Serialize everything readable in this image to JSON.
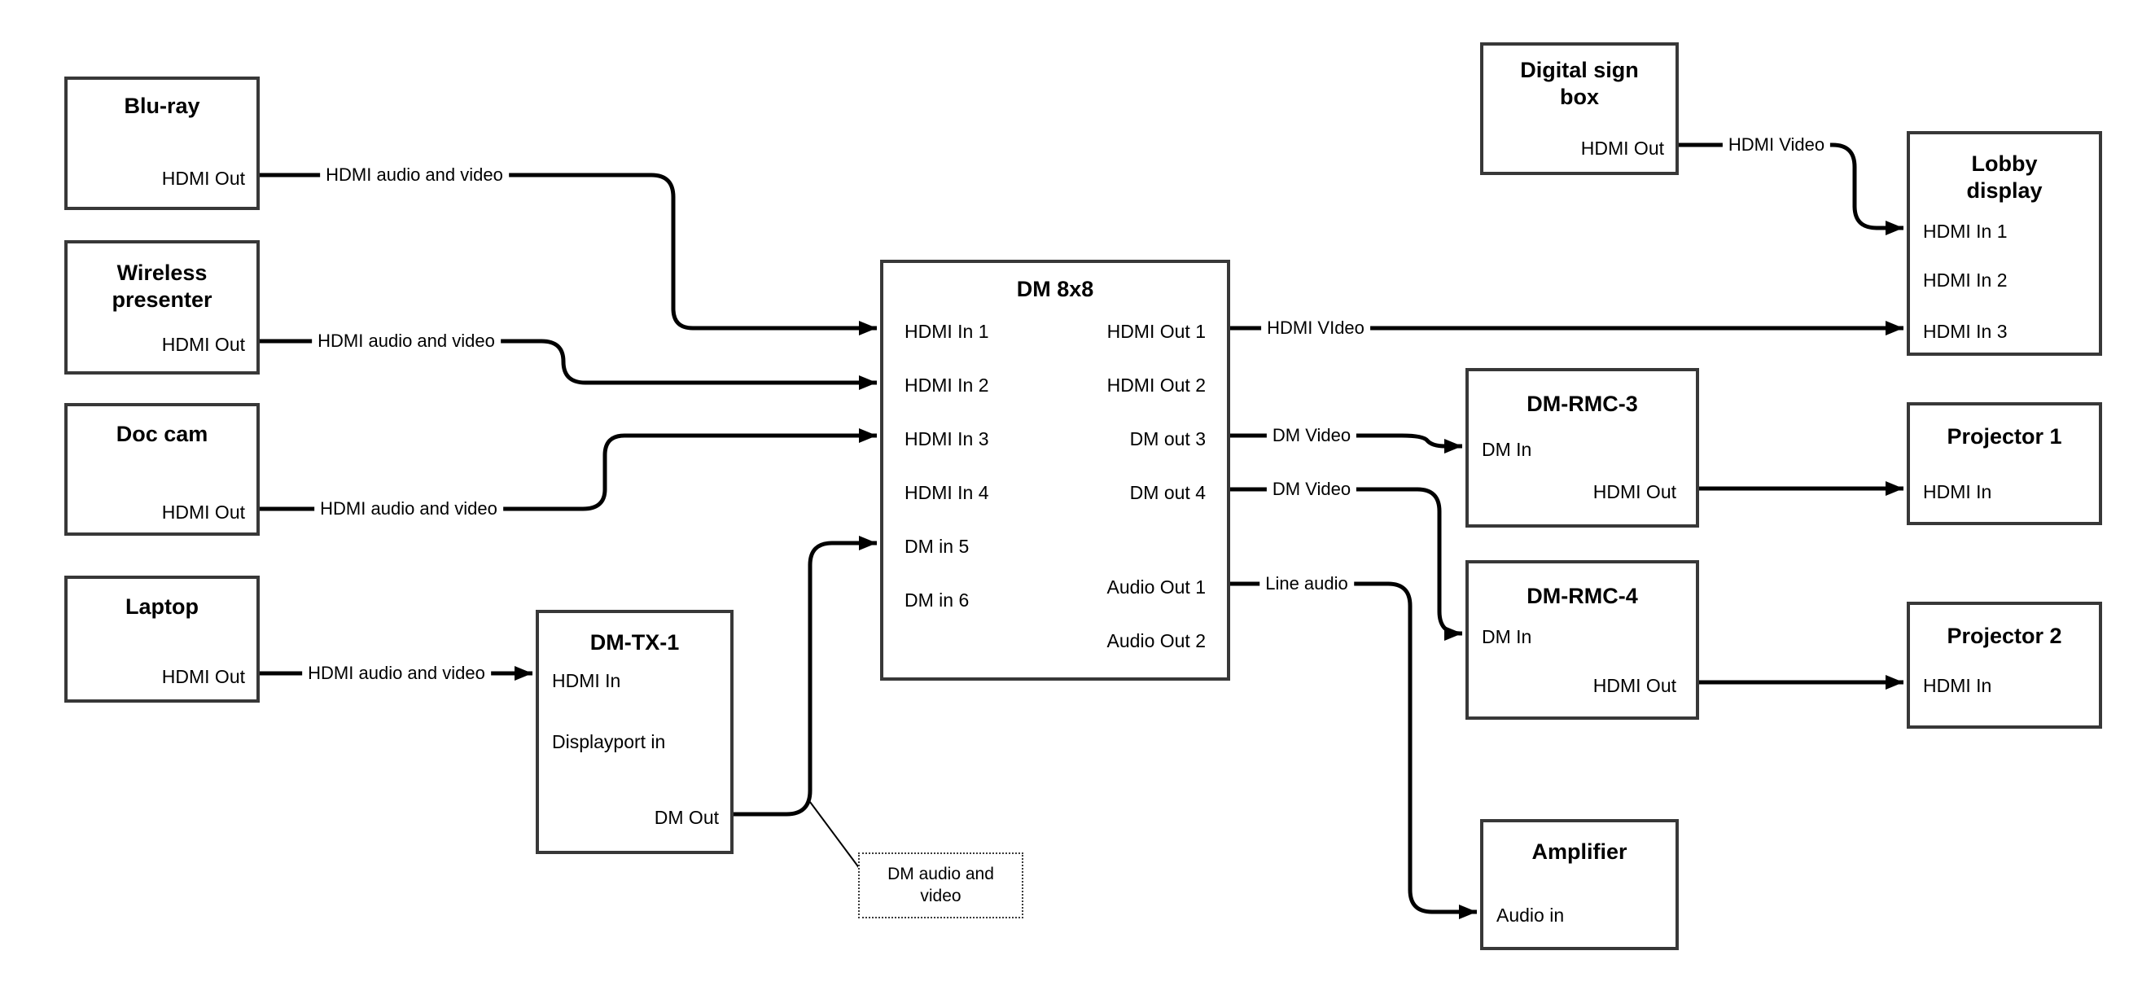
{
  "colors": {
    "background": "#ffffff",
    "box_border": "#383838",
    "line": "#000000",
    "text": "#000000"
  },
  "nodes": {
    "bluray": {
      "title": "Blu-ray",
      "port_hdmi_out": "HDMI Out"
    },
    "wireless": {
      "title": "Wireless presenter",
      "port_hdmi_out": "HDMI Out"
    },
    "doccam": {
      "title": "Doc cam",
      "port_hdmi_out": "HDMI Out"
    },
    "laptop": {
      "title": "Laptop",
      "port_hdmi_out": "HDMI Out"
    },
    "dmtx1": {
      "title": "DM-TX-1",
      "port_hdmi_in": "HDMI In",
      "port_displayport_in": "Displayport in",
      "port_dm_out": "DM Out"
    },
    "dm8x8": {
      "title": "DM 8x8",
      "port_in1": "HDMI In 1",
      "port_in2": "HDMI In 2",
      "port_in3": "HDMI In 3",
      "port_in4": "HDMI In 4",
      "port_in5": "DM in 5",
      "port_in6": "DM in 6",
      "port_out1": "HDMI Out 1",
      "port_out2": "HDMI Out 2",
      "port_out3": "DM out 3",
      "port_out4": "DM out 4",
      "port_aout1": "Audio Out 1",
      "port_aout2": "Audio Out 2"
    },
    "signbox": {
      "title": "Digital sign box",
      "port_hdmi_out": "HDMI Out"
    },
    "lobby": {
      "title": "Lobby display",
      "port_in1": "HDMI In 1",
      "port_in2": "HDMI In 2",
      "port_in3": "HDMI In 3"
    },
    "rmc3": {
      "title": "DM-RMC-3",
      "port_dm_in": "DM In",
      "port_hdmi_out": "HDMI Out"
    },
    "rmc4": {
      "title": "DM-RMC-4",
      "port_dm_in": "DM In",
      "port_hdmi_out": "HDMI Out"
    },
    "proj1": {
      "title": "Projector 1",
      "port_hdmi_in": "HDMI In"
    },
    "proj2": {
      "title": "Projector 2",
      "port_hdmi_in": "HDMI In"
    },
    "amp": {
      "title": "Amplifier",
      "port_audio_in": "Audio in"
    }
  },
  "labels": {
    "hdmi_av_1": "HDMI audio and video",
    "hdmi_av_2": "HDMI audio and video",
    "hdmi_av_3": "HDMI audio and video",
    "hdmi_av_4": "HDMI audio and video",
    "hdmi_video_main": "HDMI VIdeo",
    "hdmi_video_sign": "HDMI Video",
    "dm_video_3": "DM Video",
    "dm_video_4": "DM Video",
    "line_audio": "Line audio"
  },
  "annotation": {
    "text": "DM audio and video"
  }
}
